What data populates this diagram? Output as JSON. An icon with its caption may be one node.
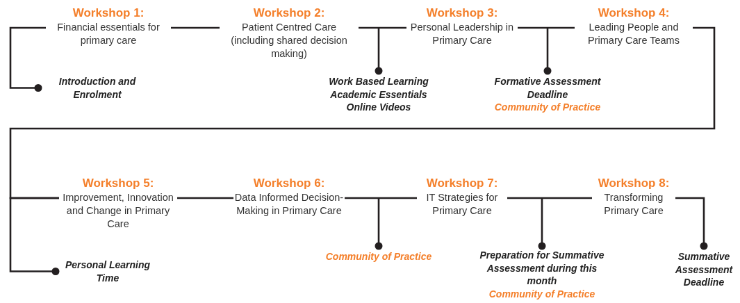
{
  "diagram": {
    "nodes": [
      {
        "text": [
          "Workshop 1:",
          "Financial essentials for primary care"
        ]
      },
      {
        "text": [
          "Workshop 2:",
          "Patient Centred Care (including shared decision making)"
        ]
      },
      {
        "text": [
          "Workshop 3:",
          "Personal Leadership in Primary Care"
        ]
      },
      {
        "text": [
          "Workshop 4:",
          "Leading People and Primary Care Teams"
        ]
      },
      {
        "text": [
          "Workshop 5:",
          "Improvement, Innovation and Change in Primary Care"
        ]
      },
      {
        "text": [
          "Workshop 6:",
          "Data Informed Decision-Making in Primary Care"
        ]
      },
      {
        "text": [
          "Workshop 7:",
          "IT Strategies for Primary Care"
        ]
      },
      {
        "text": [
          "Workshop 8:",
          "Transforming Primary Care"
        ]
      },
      {
        "text": [
          "Introduction and Enrolment"
        ]
      },
      {
        "text": [
          "Work Based Learning",
          "Academic Essentials",
          "Online Videos"
        ]
      },
      {
        "text": [
          "Formative Assessment Deadline"
        ],
        "beside": [
          "Community of Practice"
        ]
      },
      {
        "text": [
          "Personal Learning Time"
        ]
      },
      {
        "text": [
          "Community of Practice"
        ]
      },
      {
        "text": [
          "Preparation for Summative Assessment during this month"
        ],
        "beside": [
          "Community of Practice"
        ]
      },
      {
        "text": [
          "Summative Assessment Deadline"
        ]
      }
    ],
    "edges": [
      {
        "from": 0,
        "to": 8,
        "arrow": "other"
      },
      {
        "from": 0,
        "to": 1,
        "arrow": "none"
      },
      {
        "from": 1,
        "to": 2,
        "arrow": "none"
      },
      {
        "from": null,
        "to": 9,
        "arrow": "other"
      },
      {
        "from": 2,
        "to": 3,
        "arrow": "none"
      },
      {
        "from": null,
        "to": 10,
        "arrow": "other"
      },
      {
        "from": 3,
        "to": 4,
        "arrow": "none"
      },
      {
        "from": 4,
        "to": 11,
        "arrow": "other"
      },
      {
        "from": 4,
        "to": 5,
        "arrow": "none"
      },
      {
        "from": 5,
        "to": 6,
        "arrow": "none"
      },
      {
        "from": null,
        "to": 12,
        "arrow": "other"
      },
      {
        "from": 6,
        "to": 7,
        "arrow": "none"
      },
      {
        "from": null,
        "to": 13,
        "arrow": "other"
      },
      {
        "from": 7,
        "to": 14,
        "arrow": "other"
      }
    ]
  }
}
